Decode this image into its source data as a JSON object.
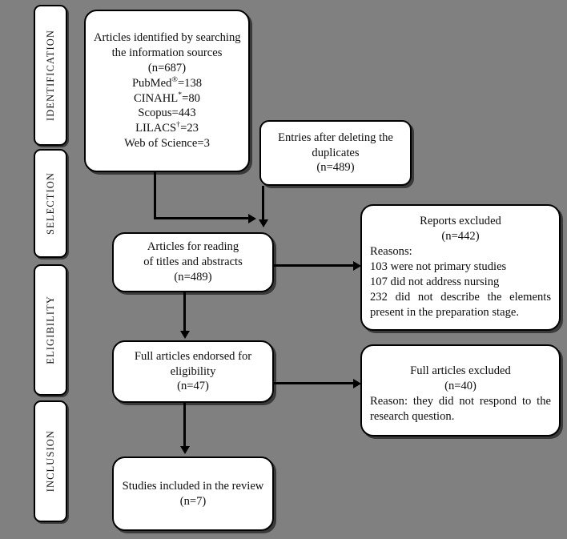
{
  "diagram": {
    "title": "PRISMA study selection flow diagram",
    "background_color": "#808080",
    "box_fill_color": "#ffffff",
    "line_color": "#000000"
  },
  "stages": [
    {
      "label": "IDENTIFICATION"
    },
    {
      "label": "SELECTION"
    },
    {
      "label": "ELIGIBILITY"
    },
    {
      "label": "INCLUSION"
    }
  ],
  "boxes": {
    "identified": {
      "line1": "Articles identified by searching",
      "line2": "the information sources",
      "line3": "(n=687)",
      "source1_name": "PubMed",
      "source1_mark": "®",
      "source1_value": "=138",
      "source2_name": "CINAHL",
      "source2_mark": "*",
      "source2_value": "=80",
      "source3": "Scopus=443",
      "source4_name": "LILACS",
      "source4_mark": "†",
      "source4_value": "=23",
      "source5": "Web of Science=3"
    },
    "duplicates": {
      "line1": "Entries after deleting the",
      "line2": "duplicates",
      "line3": "(n=489)"
    },
    "titles_abstracts": {
      "line1": "Articles for reading",
      "line2": "of titles and abstracts",
      "line3": "(n=489)"
    },
    "reports_excluded": {
      "line1": "Reports excluded",
      "line2": "(n=442)",
      "line3": "Reasons:",
      "line4": "103 were not primary studies",
      "line5": "107 did not address nursing",
      "line6": "232 did not describe the elements present in the preparation stage."
    },
    "full_eligibility": {
      "line1": "Full articles endorsed for",
      "line2": "eligibility",
      "line3": "(n=47)"
    },
    "full_excluded": {
      "line1": "Full articles excluded",
      "line2": "(n=40)",
      "line3": "Reason: they did not respond to the research question."
    },
    "included": {
      "line1": "Studies included in the review",
      "line2": "(n=7)"
    }
  }
}
